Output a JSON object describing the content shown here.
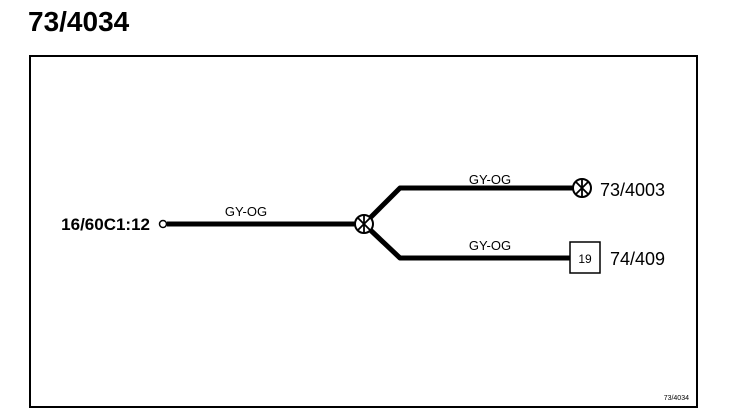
{
  "title": "73/4034",
  "diagram": {
    "source_connector": "16/60C1:12",
    "wire_main": "GY-OG",
    "wire_upper": "GY-OG",
    "wire_lower": "GY-OG",
    "upper_target": "73/4003",
    "lower_target": "74/409",
    "lower_box_label": "19",
    "corner_ref": "73/4034"
  },
  "colors": {
    "line": "#000000",
    "background": "#ffffff"
  }
}
